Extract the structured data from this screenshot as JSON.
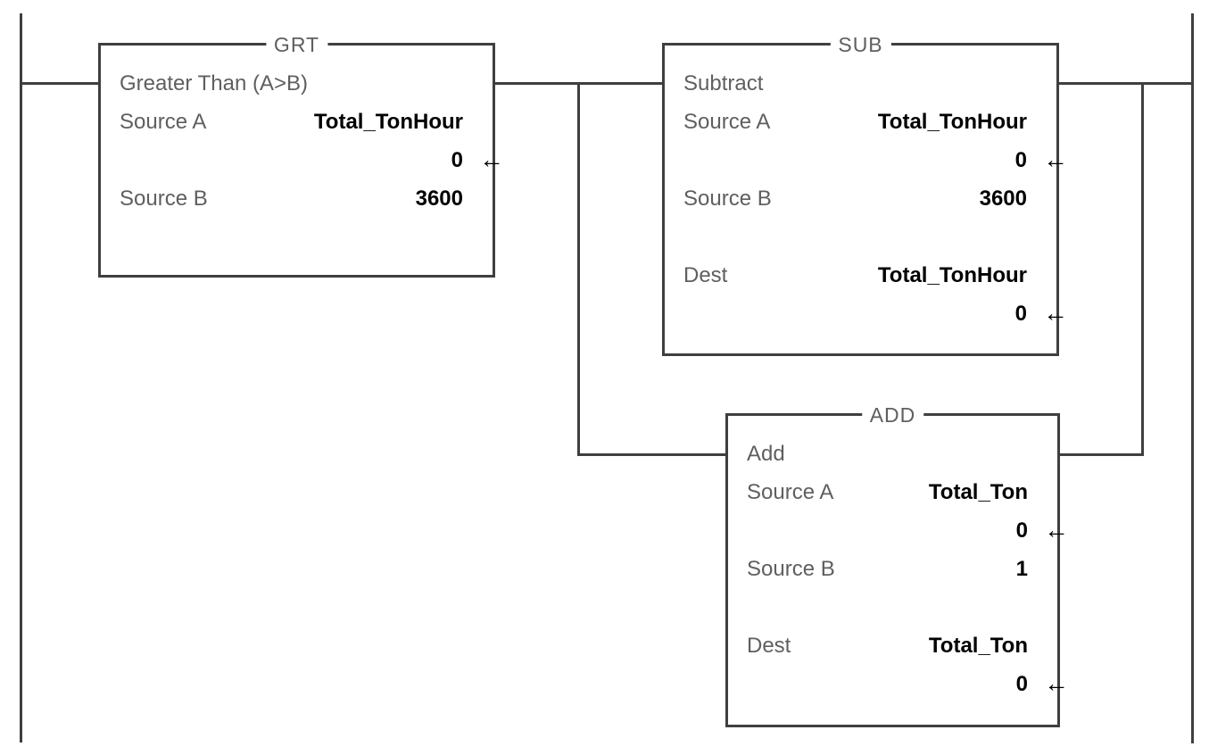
{
  "colors": {
    "background": "#ffffff",
    "wire": "#3f3f3f",
    "label_text": "#5f5f5f",
    "value_text": "#000000"
  },
  "rung": {
    "blocks": [
      {
        "mnemonic": "GRT",
        "rows": [
          {
            "label": "Greater Than (A>B)",
            "value": ""
          },
          {
            "label": "Source A",
            "value": "Total_TonHour"
          },
          {
            "label": "",
            "value": "0",
            "monitor_arrow": "←"
          },
          {
            "label": "Source B",
            "value": "3600"
          }
        ]
      },
      {
        "mnemonic": "SUB",
        "rows": [
          {
            "label": "Subtract",
            "value": ""
          },
          {
            "label": "Source A",
            "value": "Total_TonHour"
          },
          {
            "label": "",
            "value": "0",
            "monitor_arrow": "←"
          },
          {
            "label": "Source B",
            "value": "3600"
          },
          {
            "label": "Dest",
            "value": "Total_TonHour"
          },
          {
            "label": "",
            "value": "0",
            "monitor_arrow": "←"
          }
        ]
      },
      {
        "mnemonic": "ADD",
        "rows": [
          {
            "label": "Add",
            "value": ""
          },
          {
            "label": "Source A",
            "value": "Total_Ton"
          },
          {
            "label": "",
            "value": "0",
            "monitor_arrow": "←"
          },
          {
            "label": "Source B",
            "value": "1"
          },
          {
            "label": "Dest",
            "value": "Total_Ton"
          },
          {
            "label": "",
            "value": "0",
            "monitor_arrow": "←"
          }
        ]
      }
    ]
  }
}
